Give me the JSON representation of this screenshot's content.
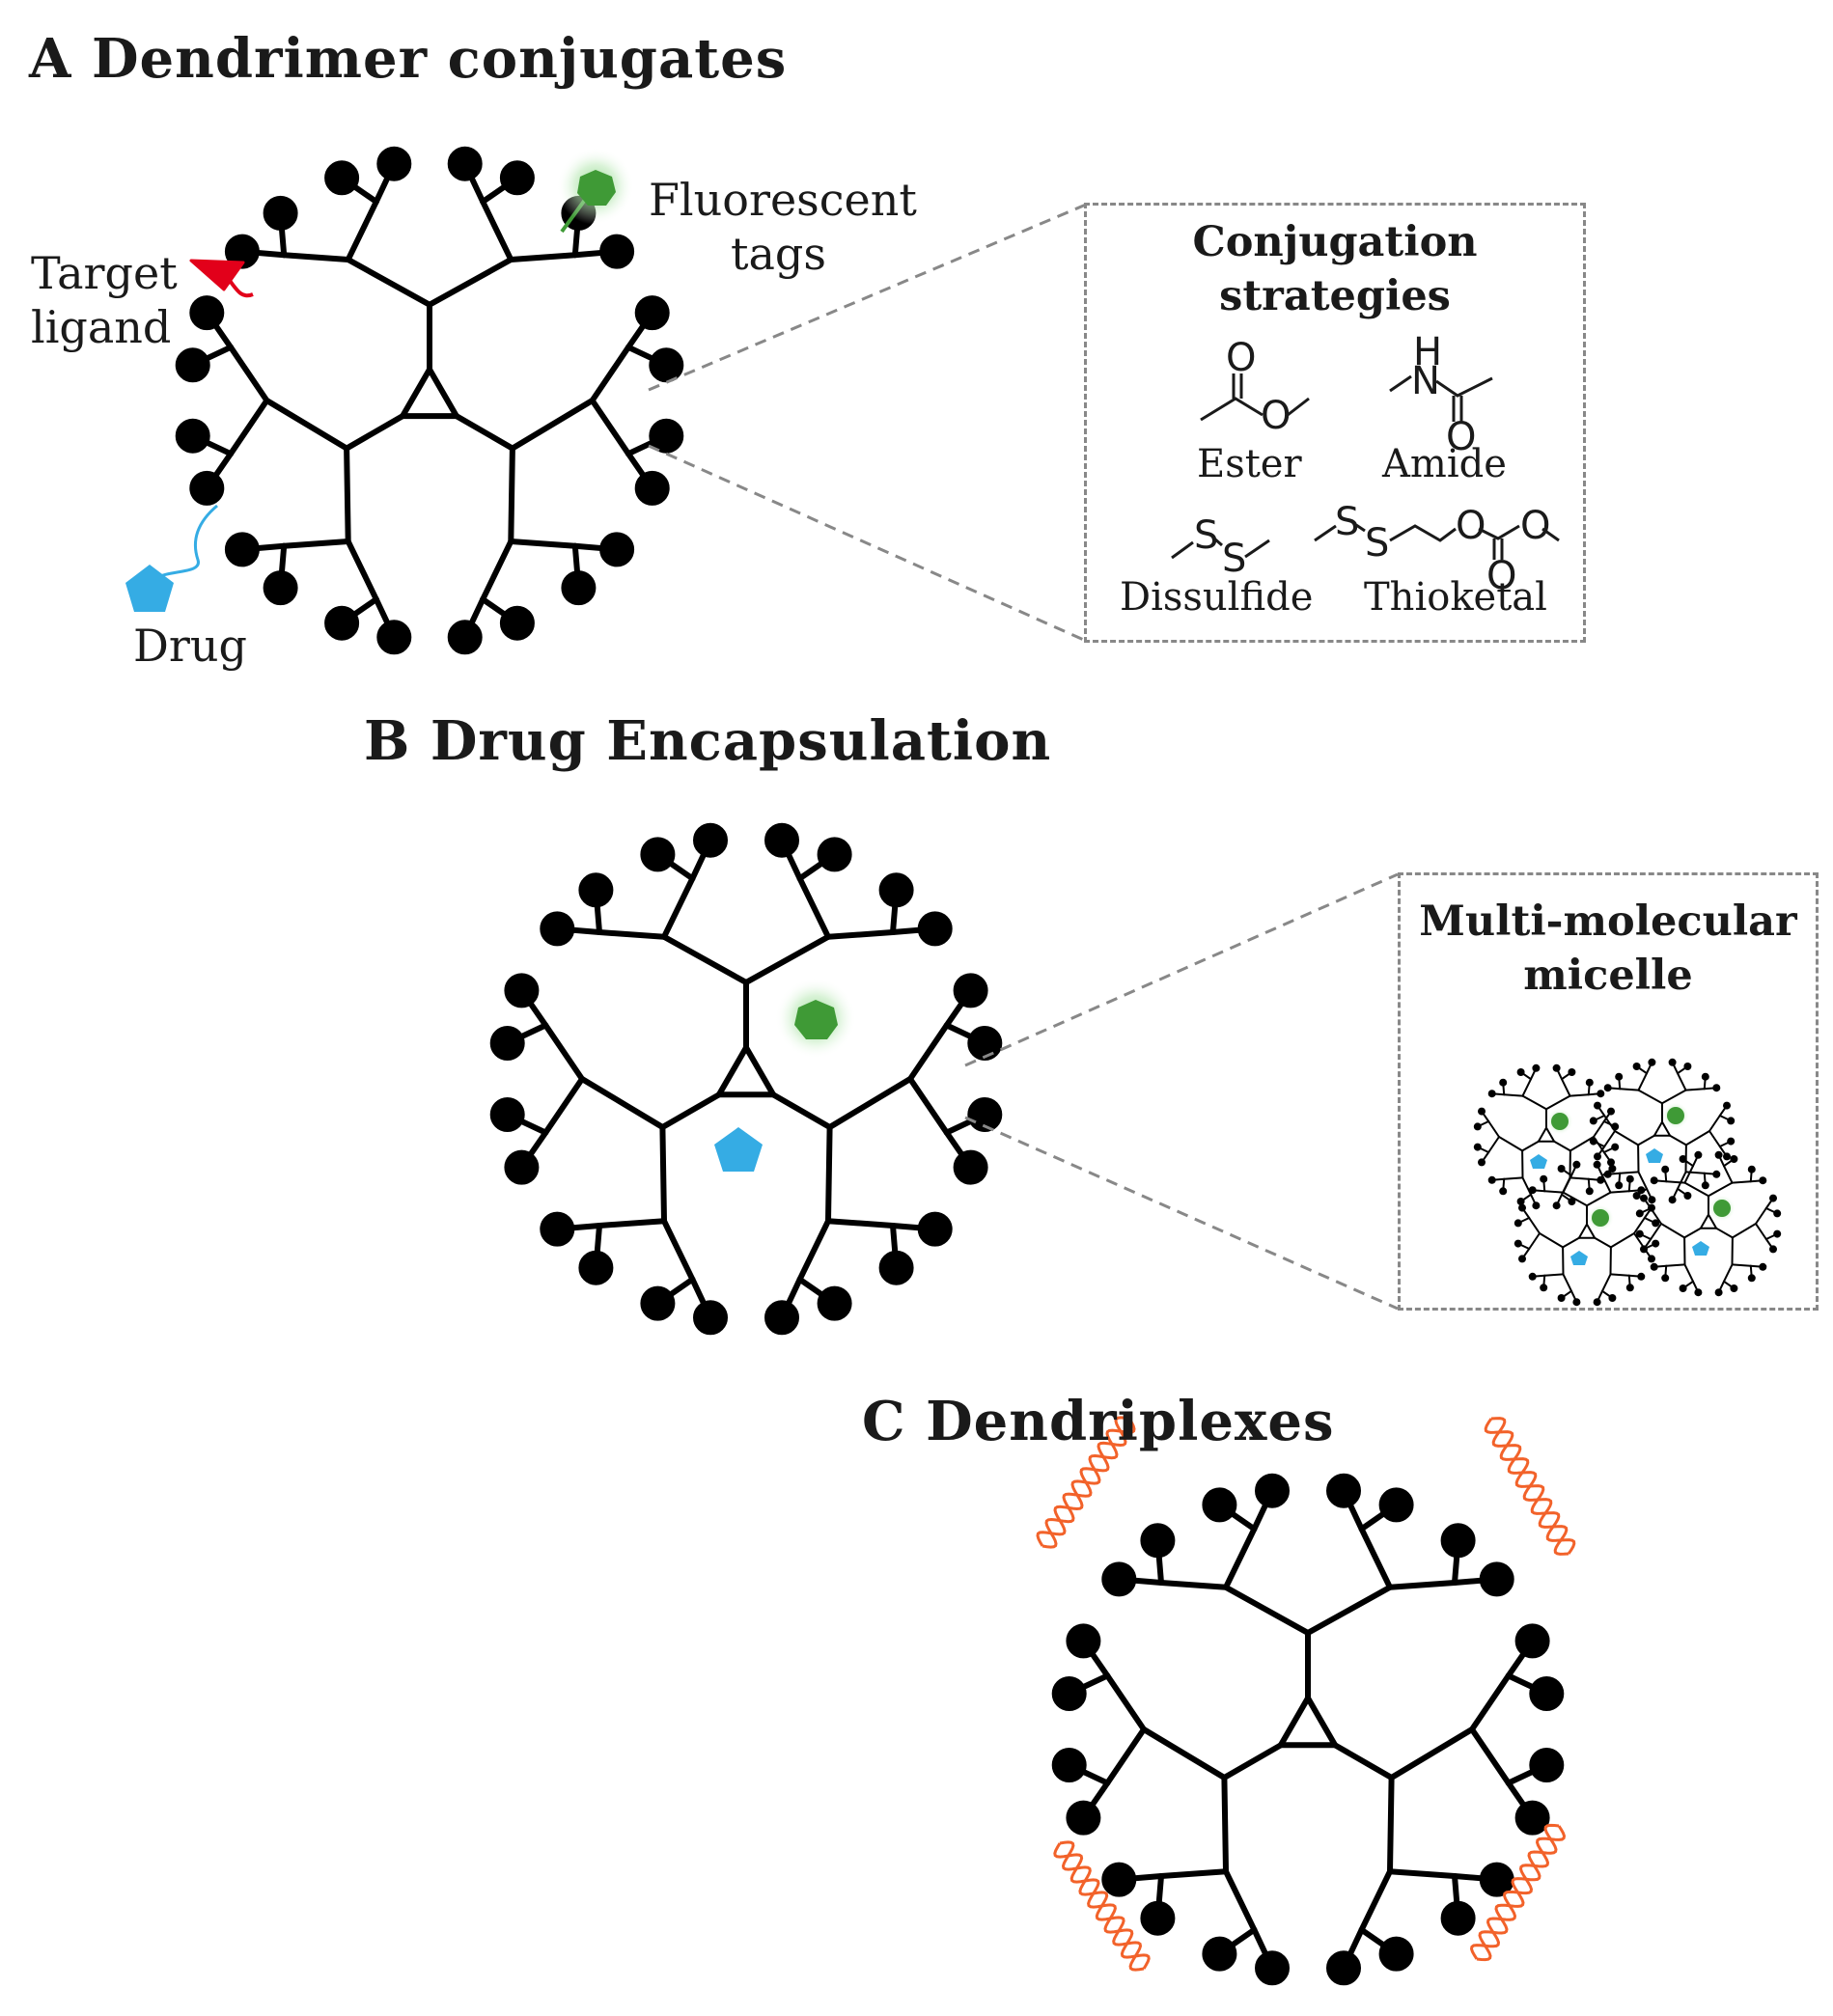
{
  "panels": {
    "a": {
      "title": "A Dendrimer conjugates",
      "labels": {
        "fluorescent_tags_1": "Fluorescent",
        "fluorescent_tags_2": "tags",
        "target_ligand_1": "Target",
        "target_ligand_2": "ligand",
        "drug": "Drug"
      },
      "box": {
        "title_1": "Conjugation",
        "title_2": "strategies",
        "bonds": [
          "Ester",
          "Amide",
          "Dissulfide",
          "Thioketal"
        ],
        "atoms": {
          "o": "O",
          "n": "N",
          "h": "H",
          "s": "S"
        }
      }
    },
    "b": {
      "title": "B Drug Encapsulation",
      "box": {
        "title_1": "Multi-molecular",
        "title_2": "micelle"
      }
    },
    "c": {
      "title": "C Dendriplexes"
    }
  },
  "colors": {
    "dendrimer": "#000000",
    "ligand": "#e2001a",
    "fluorescent": "#3f9a36",
    "drug": "#35ace4",
    "dna": "#f2622a",
    "box_border": "#888888"
  },
  "icons": [
    "dendrimer",
    "ligand-triangle",
    "fluorescent-heptagon",
    "drug-pentagon",
    "dna-helix"
  ]
}
